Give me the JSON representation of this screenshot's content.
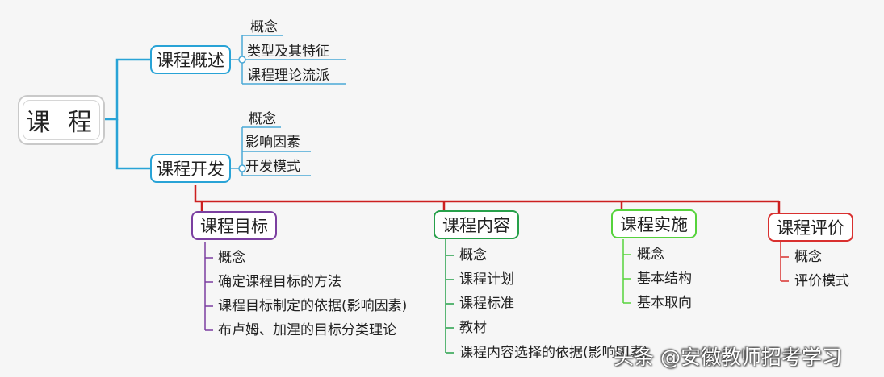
{
  "root": {
    "label": "课 程"
  },
  "colors": {
    "blue": "#29a3d6",
    "red": "#cc1f1f",
    "purple": "#7b3fa0",
    "green_dark": "#27a04a",
    "green_light": "#56d33c",
    "red_node": "#d9302f",
    "leafline": "#4aa8d6"
  },
  "upper": [
    {
      "label": "课程概述",
      "items": [
        "概念",
        "类型及其特征",
        "课程理论流派"
      ]
    },
    {
      "label": "课程开发",
      "items": [
        "概念",
        "影响因素",
        "开发模式"
      ]
    }
  ],
  "lower": [
    {
      "label": "课程目标",
      "items": [
        "概念",
        "确定课程目标的方法",
        "课程目标制定的依据(影响因素)",
        "布卢姆、加涅的目标分类理论"
      ]
    },
    {
      "label": "课程内容",
      "items": [
        "概念",
        "课程计划",
        "课程标准",
        "教材",
        "课程内容选择的依据(影响因素)"
      ]
    },
    {
      "label": "课程实施",
      "items": [
        "概念",
        "基本结构",
        "基本取向"
      ]
    },
    {
      "label": "课程评价",
      "items": [
        "概念",
        "评价模式"
      ]
    }
  ],
  "watermark": "头条 @安徽教师招考学习"
}
